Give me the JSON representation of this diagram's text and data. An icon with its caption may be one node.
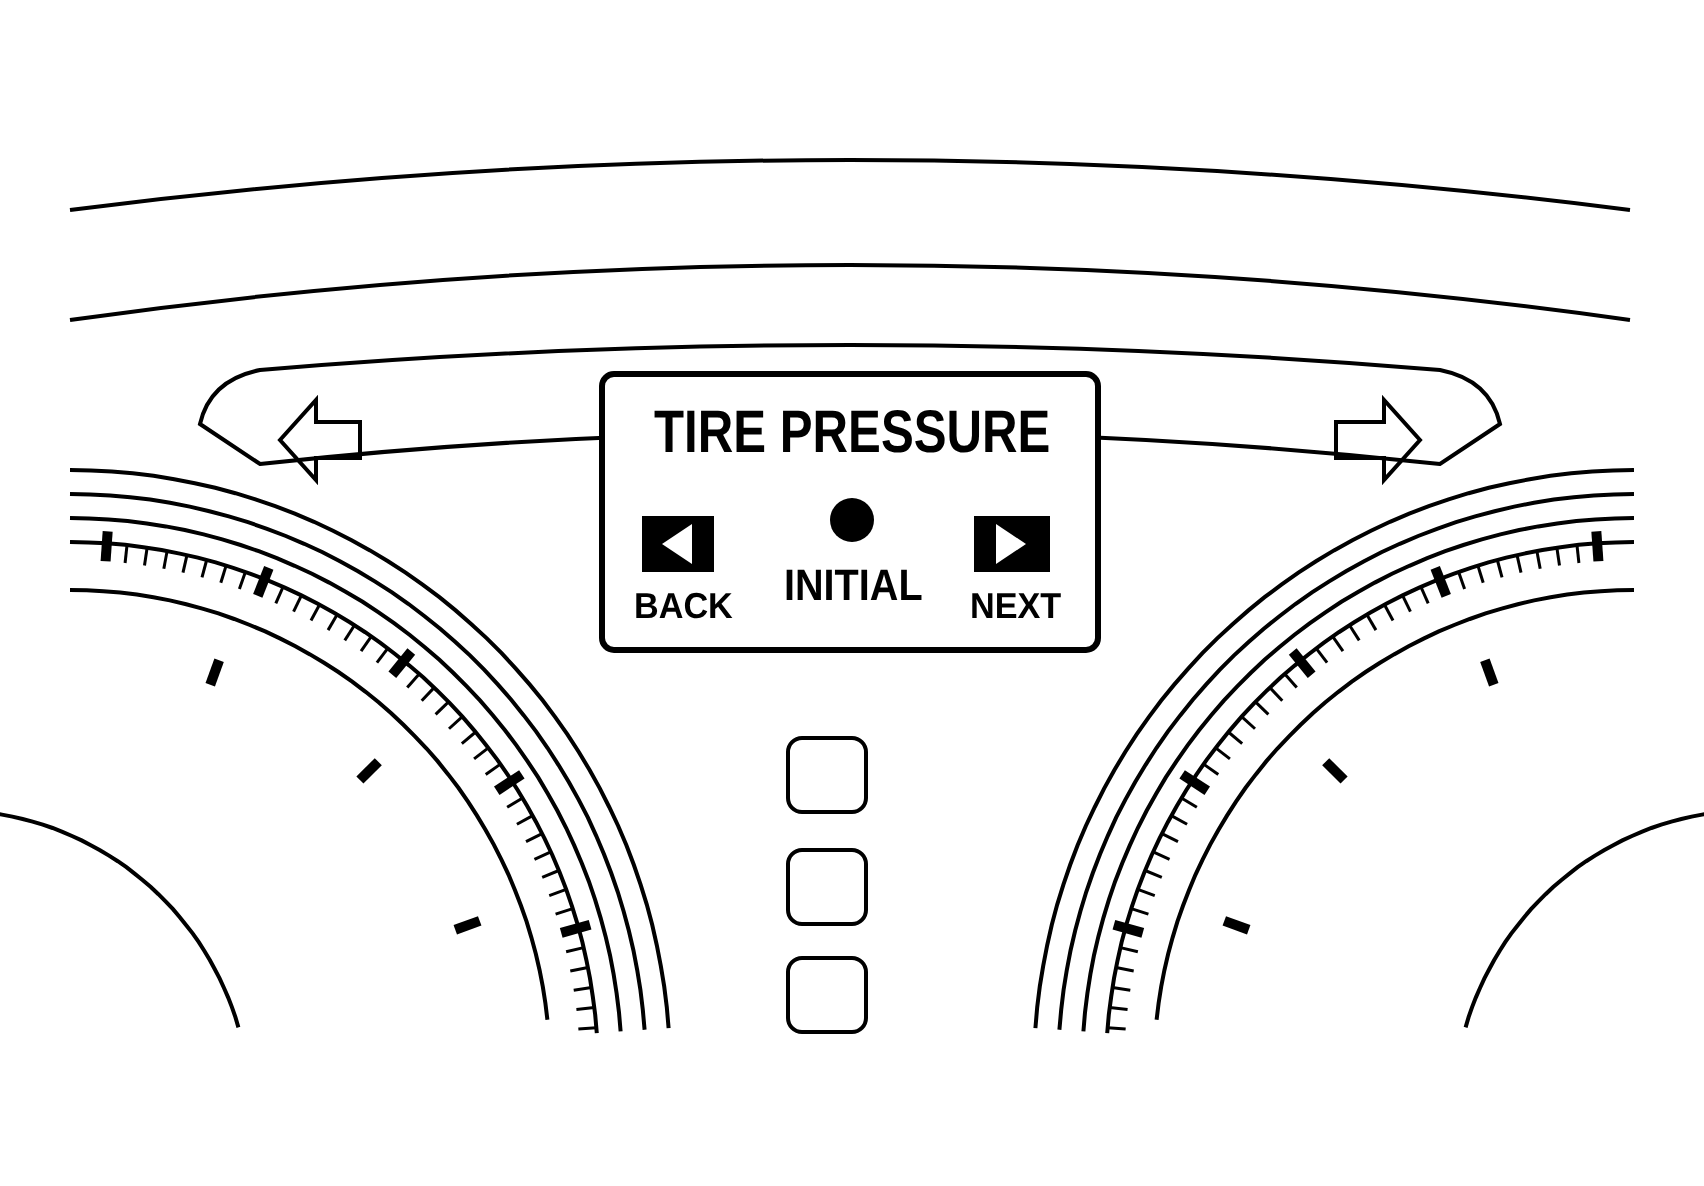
{
  "diagram": {
    "labels": [
      "TIRE PRESSURE",
      "BACK",
      "INITIAL",
      "NEXT"
    ]
  }
}
